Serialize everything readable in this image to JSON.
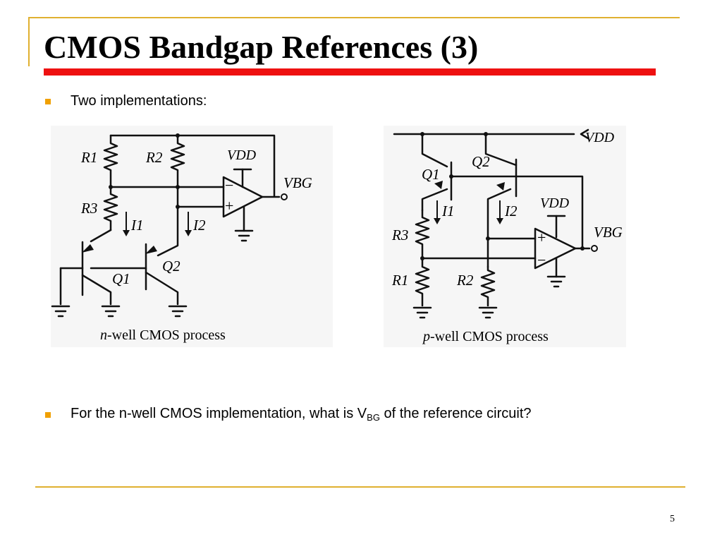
{
  "slide": {
    "title": "CMOS Bandgap References (3)",
    "bullet1": "Two implementations:",
    "bullet2_before": "For the n-well CMOS implementation, what is V",
    "bullet2_sub": "BG",
    "bullet2_after": " of the reference circuit?",
    "page_number": "5"
  },
  "circuit_nwell": {
    "caption_prefix": "n",
    "caption_rest": "-well CMOS process",
    "labels": {
      "r1": "R1",
      "r2": "R2",
      "r3": "R3",
      "i1": "I1",
      "i2": "I2",
      "q1": "Q1",
      "q2": "Q2",
      "vdd": "VDD",
      "vbg": "VBG",
      "minus": "−",
      "plus": "+"
    }
  },
  "circuit_pwell": {
    "caption_prefix": "p",
    "caption_rest": "-well CMOS process",
    "labels": {
      "r1": "R1",
      "r2": "R2",
      "r3": "R3",
      "i1": "I1",
      "i2": "I2",
      "q1": "Q1",
      "q2": "Q2",
      "vdd_rail": "VDD",
      "vdd": "VDD",
      "vbg": "VBG",
      "minus": "−",
      "plus": "+"
    }
  },
  "colors": {
    "title_rule": "#ee1111",
    "frame": "#e0b030",
    "bullet": "#f0a000"
  }
}
